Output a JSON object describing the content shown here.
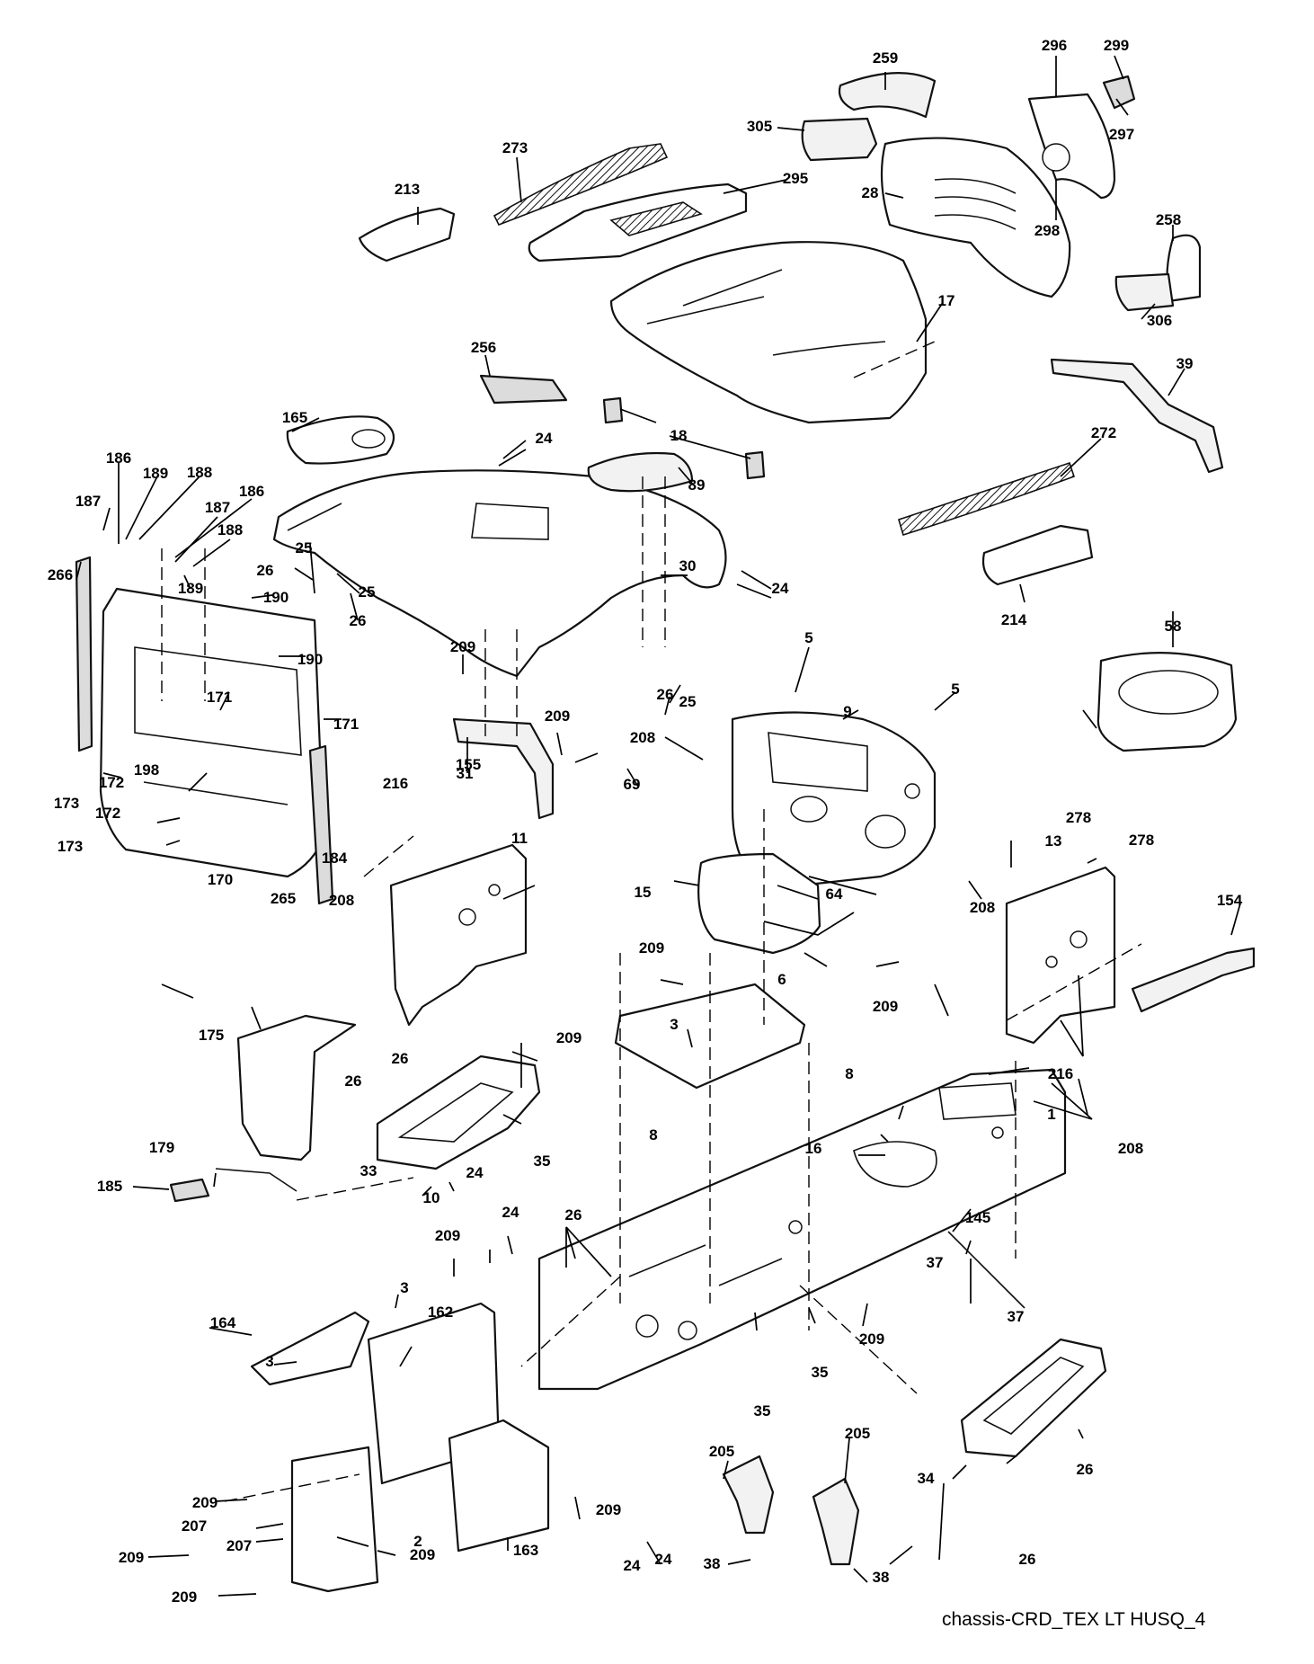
{
  "caption": "chassis-CRD_TEX LT HUSQ_4",
  "callouts": [
    {
      "id": "c259",
      "text": "259"
    },
    {
      "id": "c296",
      "text": "296"
    },
    {
      "id": "c299",
      "text": "299"
    },
    {
      "id": "c305",
      "text": "305"
    },
    {
      "id": "c297",
      "text": "297"
    },
    {
      "id": "c273",
      "text": "273"
    },
    {
      "id": "c295",
      "text": "295"
    },
    {
      "id": "c28",
      "text": "28"
    },
    {
      "id": "c298",
      "text": "298"
    },
    {
      "id": "c213",
      "text": "213"
    },
    {
      "id": "c258",
      "text": "258"
    },
    {
      "id": "c306",
      "text": "306"
    },
    {
      "id": "c17",
      "text": "17"
    },
    {
      "id": "c39",
      "text": "39"
    },
    {
      "id": "c256",
      "text": "256"
    },
    {
      "id": "c165",
      "text": "165"
    },
    {
      "id": "c18",
      "text": "18"
    },
    {
      "id": "c24a",
      "text": "24"
    },
    {
      "id": "c272",
      "text": "272"
    },
    {
      "id": "c186a",
      "text": "186"
    },
    {
      "id": "c189a",
      "text": "189"
    },
    {
      "id": "c188a",
      "text": "188"
    },
    {
      "id": "c89",
      "text": "89"
    },
    {
      "id": "c187a",
      "text": "187"
    },
    {
      "id": "c186b",
      "text": "186"
    },
    {
      "id": "c187b",
      "text": "187"
    },
    {
      "id": "c188b",
      "text": "188"
    },
    {
      "id": "c25a",
      "text": "25"
    },
    {
      "id": "c30",
      "text": "30"
    },
    {
      "id": "c214",
      "text": "214"
    },
    {
      "id": "c26a",
      "text": "26"
    },
    {
      "id": "c25b",
      "text": "25"
    },
    {
      "id": "c266",
      "text": "266"
    },
    {
      "id": "c189b",
      "text": "189"
    },
    {
      "id": "c24b",
      "text": "24"
    },
    {
      "id": "c26b",
      "text": "26"
    },
    {
      "id": "c190a",
      "text": "190"
    },
    {
      "id": "c58",
      "text": "58"
    },
    {
      "id": "c209a",
      "text": "209"
    },
    {
      "id": "c5a",
      "text": "5"
    },
    {
      "id": "c190b",
      "text": "190"
    },
    {
      "id": "c26c",
      "text": "26"
    },
    {
      "id": "c25c",
      "text": "25"
    },
    {
      "id": "c9",
      "text": "9"
    },
    {
      "id": "c5b",
      "text": "5"
    },
    {
      "id": "c171a",
      "text": "171"
    },
    {
      "id": "c171b",
      "text": "171"
    },
    {
      "id": "c209b",
      "text": "209"
    },
    {
      "id": "c208a",
      "text": "208"
    },
    {
      "id": "c31",
      "text": "31"
    },
    {
      "id": "c69",
      "text": "69"
    },
    {
      "id": "c278a",
      "text": "278"
    },
    {
      "id": "c198",
      "text": "198"
    },
    {
      "id": "c172a",
      "text": "172"
    },
    {
      "id": "c172b",
      "text": "172"
    },
    {
      "id": "c216a",
      "text": "216"
    },
    {
      "id": "c155",
      "text": "155"
    },
    {
      "id": "c278b",
      "text": "278"
    },
    {
      "id": "c173a",
      "text": "173"
    },
    {
      "id": "c173b",
      "text": "173"
    },
    {
      "id": "c184",
      "text": "184"
    },
    {
      "id": "c11",
      "text": "11"
    },
    {
      "id": "c13",
      "text": "13"
    },
    {
      "id": "c170",
      "text": "170"
    },
    {
      "id": "c265",
      "text": "265"
    },
    {
      "id": "c64",
      "text": "64"
    },
    {
      "id": "c15",
      "text": "15"
    },
    {
      "id": "c208b",
      "text": "208"
    },
    {
      "id": "c208c",
      "text": "208"
    },
    {
      "id": "c154",
      "text": "154"
    },
    {
      "id": "c209c",
      "text": "209"
    },
    {
      "id": "c6",
      "text": "6"
    },
    {
      "id": "c209d",
      "text": "209"
    },
    {
      "id": "c3a",
      "text": "3"
    },
    {
      "id": "c175",
      "text": "175"
    },
    {
      "id": "c209e",
      "text": "209"
    },
    {
      "id": "c26d",
      "text": "26"
    },
    {
      "id": "c26e",
      "text": "26"
    },
    {
      "id": "c8a",
      "text": "8"
    },
    {
      "id": "c216b",
      "text": "216"
    },
    {
      "id": "c1",
      "text": "1"
    },
    {
      "id": "c8b",
      "text": "8"
    },
    {
      "id": "c16",
      "text": "16"
    },
    {
      "id": "c208d",
      "text": "208"
    },
    {
      "id": "c179",
      "text": "179"
    },
    {
      "id": "c35a",
      "text": "35"
    },
    {
      "id": "c33",
      "text": "33"
    },
    {
      "id": "c10",
      "text": "10"
    },
    {
      "id": "c185",
      "text": "185"
    },
    {
      "id": "c26f",
      "text": "26"
    },
    {
      "id": "c24c",
      "text": "24"
    },
    {
      "id": "c24d",
      "text": "24"
    },
    {
      "id": "c209f",
      "text": "209"
    },
    {
      "id": "c145",
      "text": "145"
    },
    {
      "id": "c37a",
      "text": "37"
    },
    {
      "id": "c164",
      "text": "164"
    },
    {
      "id": "c3b",
      "text": "3"
    },
    {
      "id": "c162",
      "text": "162"
    },
    {
      "id": "c209g",
      "text": "209"
    },
    {
      "id": "c37b",
      "text": "37"
    },
    {
      "id": "c3c",
      "text": "3"
    },
    {
      "id": "c35b",
      "text": "35"
    },
    {
      "id": "c35c",
      "text": "35"
    },
    {
      "id": "c205a",
      "text": "205"
    },
    {
      "id": "c205b",
      "text": "205"
    },
    {
      "id": "c34",
      "text": "34"
    },
    {
      "id": "c26g",
      "text": "26"
    },
    {
      "id": "c209h",
      "text": "209"
    },
    {
      "id": "c163",
      "text": "163"
    },
    {
      "id": "c209i",
      "text": "209"
    },
    {
      "id": "c24e",
      "text": "24"
    },
    {
      "id": "c24f",
      "text": "24"
    },
    {
      "id": "c26h",
      "text": "26"
    },
    {
      "id": "c207a",
      "text": "207"
    },
    {
      "id": "c207b",
      "text": "207"
    },
    {
      "id": "c209j",
      "text": "209"
    },
    {
      "id": "c38a",
      "text": "38"
    },
    {
      "id": "c38b",
      "text": "38"
    },
    {
      "id": "c209k",
      "text": "209"
    },
    {
      "id": "c2",
      "text": "2"
    },
    {
      "id": "c209l",
      "text": "209"
    }
  ]
}
